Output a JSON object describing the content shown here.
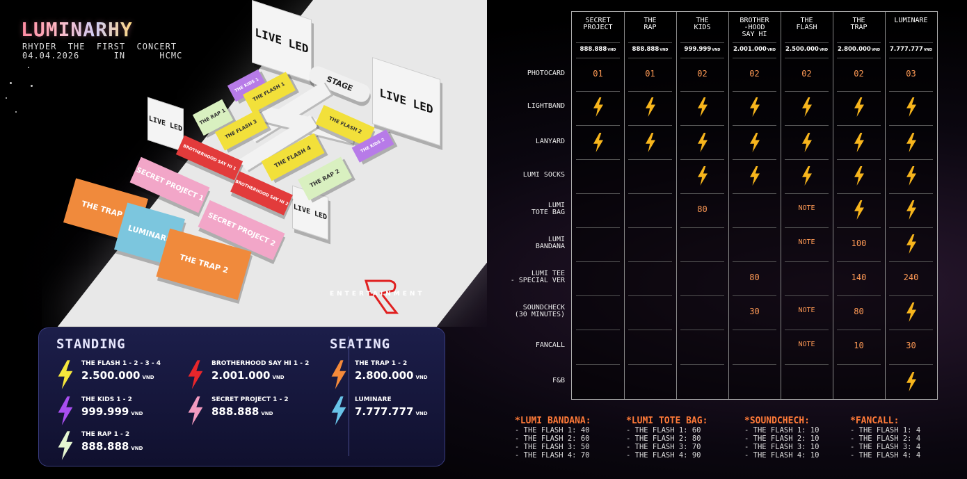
{
  "header": {
    "logo": "LUMINARHY",
    "line1": "RHYDER  THE  FIRST  CONCERT",
    "line2": "04.04.2026      IN      HCMC"
  },
  "map": {
    "live_led": "LIVE LED",
    "stage": "STAGE",
    "zones": {
      "the_kids_1": "THE KIDS 1",
      "the_flash_1": "THE FLASH 1",
      "the_rap_1": "THE RAP 1",
      "the_flash_3": "THE FLASH 3",
      "the_flash_2": "THE FLASH 2",
      "the_kids_2": "THE KIDS 2",
      "brotherhood_1": "BROTHERHOOD SAY HI 1",
      "the_flash_4": "THE FLASH 4",
      "the_rap_2": "THE RAP 2",
      "secret_project_1": "SECRET PROJECT 1",
      "brotherhood_2": "BROTHERHOOD SAY HI 2",
      "the_trap_1": "THE TRAP 1",
      "luminare": "LUMINARE",
      "secret_project_2": "SECRET PROJECT 2",
      "the_trap_2": "THE TRAP 2"
    },
    "colors": {
      "yellow": "#f2e03a",
      "purple": "#b77be8",
      "mint": "#d9f0c0",
      "red": "#e23b3b",
      "pink": "#f2a6c8",
      "orange": "#f08a3c",
      "blue": "#7cc6de"
    }
  },
  "entertainment": "ENTERTAINMENT",
  "legend": {
    "standing_title": "STANDING",
    "seating_title": "SEATING",
    "currency": "VND",
    "standing": [
      {
        "name": "THE FLASH 1 - 2 - 3 - 4",
        "price": "2.500.000",
        "color": "#f5e63c"
      },
      {
        "name": "BROTHERHOOD SAY HI 1 - 2",
        "price": "2.001.000",
        "color": "#e8262b"
      },
      {
        "name": "THE KIDS 1 - 2",
        "price": "999.999",
        "color": "#a84ef0"
      },
      {
        "name": "SECRET PROJECT 1 - 2",
        "price": "888.888",
        "color": "#f29ac0"
      },
      {
        "name": "THE RAP 1 - 2",
        "price": "888.888",
        "color": "#e4f5d0"
      }
    ],
    "seating": [
      {
        "name": "THE TRAP 1 - 2",
        "price": "2.800.000",
        "color": "#f58a3a"
      },
      {
        "name": "LUMINARE",
        "price": "7.777.777",
        "color": "#68c3e8"
      }
    ]
  },
  "table": {
    "columns": [
      {
        "name": "SECRET\nPROJECT",
        "price": "888.888"
      },
      {
        "name": "THE\nRAP",
        "price": "888.888"
      },
      {
        "name": "THE\nKIDS",
        "price": "999.999"
      },
      {
        "name": "BROTHER\n-HOOD\nSAY HI",
        "price": "2.001.000"
      },
      {
        "name": "THE\nFLASH",
        "price": "2.500.000"
      },
      {
        "name": "THE\nTRAP",
        "price": "2.800.000"
      },
      {
        "name": "LUMINARE",
        "price": "7.777.777"
      }
    ],
    "currency": "VND",
    "rows": [
      {
        "label": "PHOTOCARD",
        "cells": [
          "01",
          "01",
          "02",
          "02",
          "02",
          "02",
          "03"
        ]
      },
      {
        "label": "LIGHTBAND",
        "cells": [
          "bolt",
          "bolt",
          "bolt",
          "bolt",
          "bolt",
          "bolt",
          "bolt"
        ]
      },
      {
        "label": "LANYARD",
        "cells": [
          "bolt",
          "bolt",
          "bolt",
          "bolt",
          "bolt",
          "bolt",
          "bolt"
        ]
      },
      {
        "label": "LUMI SOCKS",
        "cells": [
          "",
          "",
          "bolt",
          "bolt",
          "bolt",
          "bolt",
          "bolt"
        ]
      },
      {
        "label": "LUMI\nTOTE BAG",
        "cells": [
          "",
          "",
          "80",
          "",
          "NOTE",
          "bolt",
          "bolt"
        ]
      },
      {
        "label": "LUMI\nBANDANA",
        "cells": [
          "",
          "",
          "",
          "",
          "NOTE",
          "100",
          "bolt"
        ]
      },
      {
        "label": "LUMI TEE\n- SPECIAL VER",
        "cells": [
          "",
          "",
          "",
          "80",
          "",
          "140",
          "240"
        ]
      },
      {
        "label": "SOUNDCHECK\n(30 MINUTES)",
        "cells": [
          "",
          "",
          "",
          "30",
          "NOTE",
          "80",
          "bolt"
        ]
      },
      {
        "label": "FANCALL",
        "cells": [
          "",
          "",
          "",
          "",
          "NOTE",
          "10",
          "30"
        ]
      },
      {
        "label": "F&B",
        "cells": [
          "",
          "",
          "",
          "",
          "",
          "",
          "bolt"
        ]
      }
    ]
  },
  "footnotes": [
    {
      "title": "*LUMI BANDANA:",
      "lines": [
        "- THE FLASH 1: 40",
        "- THE FLASH 2: 60",
        "- THE FLASH 3: 50",
        "- THE FLASH 4: 70"
      ]
    },
    {
      "title": "*LUMI TOTE BAG:",
      "lines": [
        "- THE FLASH 1: 60",
        "- THE FLASH 2: 80",
        "- THE FLASH 3: 70",
        "- THE FLASH 4: 90"
      ]
    },
    {
      "title": "*SOUNDCHECH:",
      "lines": [
        "- THE FLASH 1: 10",
        "- THE FLASH 2: 10",
        "- THE FLASH 3: 10",
        "- THE FLASH 4: 10"
      ]
    },
    {
      "title": "*FANCALL:",
      "lines": [
        "- THE FLASH 1: 4",
        "- THE FLASH 2: 4",
        "- THE FLASH 3: 4",
        "- THE FLASH 4: 4"
      ]
    }
  ],
  "accent_colors": {
    "bolt": "#f7b51c",
    "value": "#ff9a55",
    "footnote_title": "#ff7a38"
  }
}
